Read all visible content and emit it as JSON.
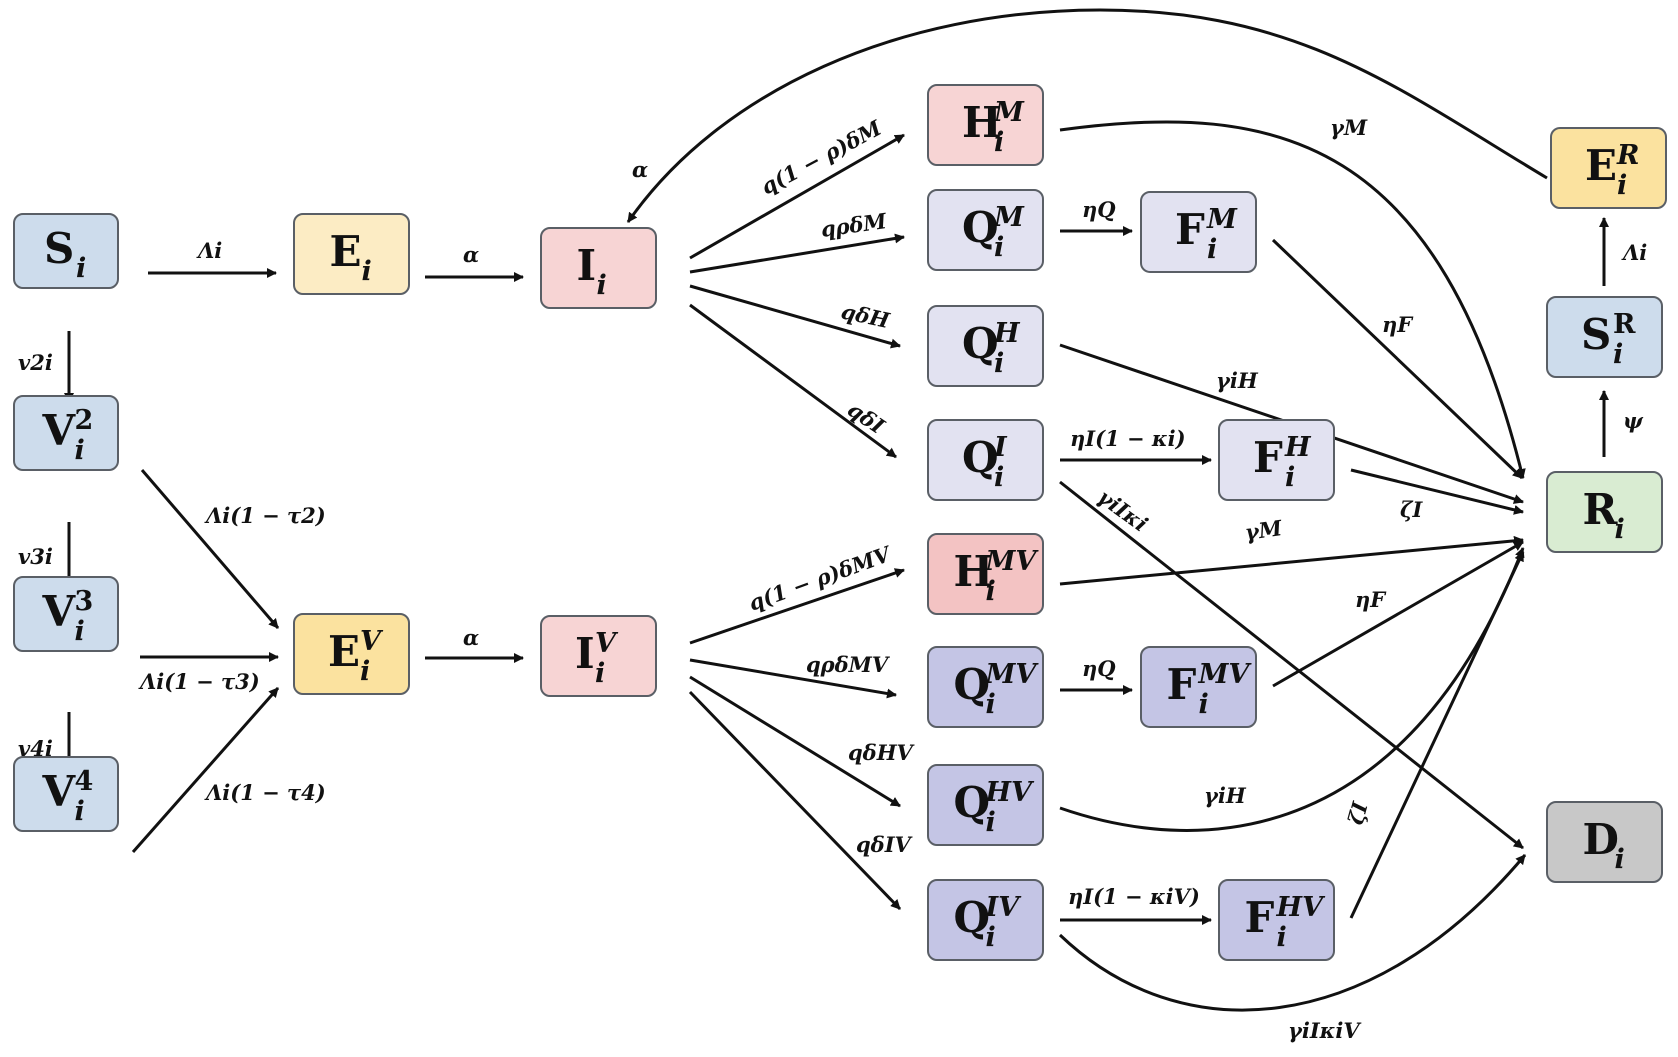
{
  "palette": {
    "blue": "#cddcec",
    "yellow": "#fcecc4",
    "yellow_alt": "#fbe29f",
    "pink": "#f7d4d4",
    "pink_alt": "#f3c3c3",
    "lavender": "#e2e2f1",
    "purple": "#c4c5e5",
    "green": "#d9ecd2",
    "gray": "#c8c8c8"
  },
  "nodes": [
    {
      "id": "S",
      "main": "S",
      "sub": "i",
      "sup": "",
      "color": "blue"
    },
    {
      "id": "V2",
      "main": "V",
      "sub": "i",
      "sup": "2",
      "color": "blue"
    },
    {
      "id": "V3",
      "main": "V",
      "sub": "i",
      "sup": "3",
      "color": "blue"
    },
    {
      "id": "V4",
      "main": "V",
      "sub": "i",
      "sup": "4",
      "color": "blue"
    },
    {
      "id": "E",
      "main": "E",
      "sub": "i",
      "sup": "",
      "color": "yellow"
    },
    {
      "id": "EV",
      "main": "E",
      "sub": "i",
      "sup": "V",
      "color": "yellow_alt"
    },
    {
      "id": "I",
      "main": "I",
      "sub": "i",
      "sup": "",
      "color": "pink"
    },
    {
      "id": "IV",
      "main": "I",
      "sub": "i",
      "sup": "V",
      "color": "pink"
    },
    {
      "id": "HM",
      "main": "H",
      "sub": "i",
      "sup": "M",
      "color": "pink"
    },
    {
      "id": "QM",
      "main": "Q",
      "sub": "i",
      "sup": "M",
      "color": "lavender"
    },
    {
      "id": "QH",
      "main": "Q",
      "sub": "i",
      "sup": "H",
      "color": "lavender"
    },
    {
      "id": "QI",
      "main": "Q",
      "sub": "i",
      "sup": "I",
      "color": "lavender"
    },
    {
      "id": "FM",
      "main": "F",
      "sub": "i",
      "sup": "M",
      "color": "lavender"
    },
    {
      "id": "FH",
      "main": "F",
      "sub": "i",
      "sup": "H",
      "color": "lavender"
    },
    {
      "id": "HMV",
      "main": "H",
      "sub": "i",
      "sup": "MV",
      "color": "pink_alt"
    },
    {
      "id": "QMV",
      "main": "Q",
      "sub": "i",
      "sup": "MV",
      "color": "purple"
    },
    {
      "id": "QHV",
      "main": "Q",
      "sub": "i",
      "sup": "HV",
      "color": "purple"
    },
    {
      "id": "QIV",
      "main": "Q",
      "sub": "i",
      "sup": "IV",
      "color": "purple"
    },
    {
      "id": "FMV",
      "main": "F",
      "sub": "i",
      "sup": "MV",
      "color": "purple"
    },
    {
      "id": "FHV",
      "main": "F",
      "sub": "i",
      "sup": "HV",
      "color": "purple"
    },
    {
      "id": "ER",
      "main": "E",
      "sub": "i",
      "sup": "R",
      "color": "yellow_alt"
    },
    {
      "id": "SR",
      "main": "S",
      "sub": "i",
      "sup": "R",
      "color": "blue"
    },
    {
      "id": "R",
      "main": "R",
      "sub": "i",
      "sup": "",
      "color": "green"
    },
    {
      "id": "D",
      "main": "D",
      "sub": "i",
      "sup": "",
      "color": "gray"
    }
  ],
  "edges": [
    {
      "id": "S-E",
      "label": "Λi"
    },
    {
      "id": "E-I",
      "label": "α"
    },
    {
      "id": "S-V2",
      "label": "v2i"
    },
    {
      "id": "V2-V3",
      "label": "v3i"
    },
    {
      "id": "V3-V4",
      "label": "v4i"
    },
    {
      "id": "V2-EV",
      "label": "Λi(1 − τ2)"
    },
    {
      "id": "V3-EV",
      "label": "Λi(1 − τ3)"
    },
    {
      "id": "V4-EV",
      "label": "Λi(1 − τ4)"
    },
    {
      "id": "EV-IV",
      "label": "α"
    },
    {
      "id": "ER-I",
      "label": "α"
    },
    {
      "id": "I-HM",
      "label": "q(1 − ρ)δM"
    },
    {
      "id": "I-QM",
      "label": "qρδM"
    },
    {
      "id": "I-QH",
      "label": "qδH"
    },
    {
      "id": "I-QI",
      "label": "qδI"
    },
    {
      "id": "QM-FM",
      "label": "ηQ"
    },
    {
      "id": "QI-FH",
      "label": "ηI(1 − κi)"
    },
    {
      "id": "HM-R",
      "label": "γM"
    },
    {
      "id": "FM-R",
      "label": "ηF"
    },
    {
      "id": "QH-R",
      "label": "γiH"
    },
    {
      "id": "FH-R",
      "label": "ζI"
    },
    {
      "id": "QI-D",
      "label": "γiIκi"
    },
    {
      "id": "IV-HMV",
      "label": "q(1 − ρ)δMV"
    },
    {
      "id": "IV-QMV",
      "label": "qρδMV"
    },
    {
      "id": "IV-QHV",
      "label": "qδHV"
    },
    {
      "id": "IV-QIV",
      "label": "qδIV"
    },
    {
      "id": "HMV-R",
      "label": "γM"
    },
    {
      "id": "QMV-FMV",
      "label": "ηQ"
    },
    {
      "id": "FMV-R",
      "label": "ηF"
    },
    {
      "id": "QHV-R",
      "label": "γiH"
    },
    {
      "id": "QIV-FHV",
      "label": "ηI(1 − κiV)"
    },
    {
      "id": "FHV-R",
      "label": "ζI"
    },
    {
      "id": "QIV-D",
      "label": "γiIκiV"
    },
    {
      "id": "R-SR",
      "label": "ψ"
    },
    {
      "id": "SR-ER",
      "label": "Λi"
    }
  ]
}
